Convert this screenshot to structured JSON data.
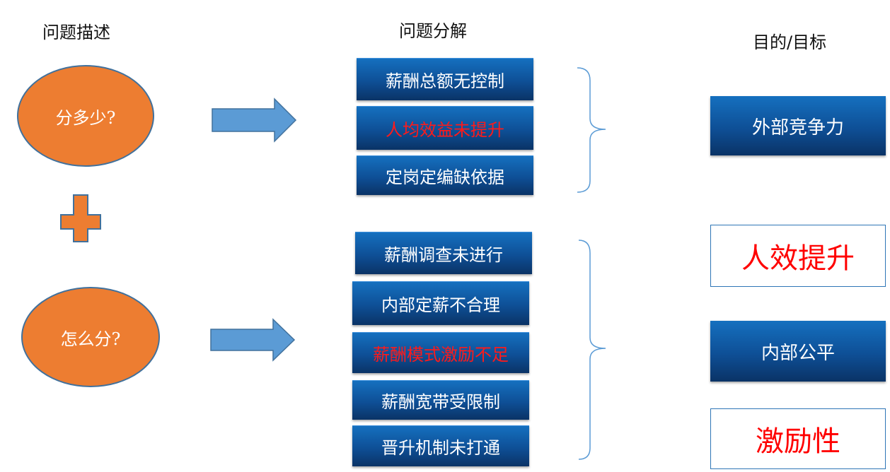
{
  "headings": {
    "description": "问题描述",
    "decomposition": "问题分解",
    "goal": "目的/目标"
  },
  "questions": {
    "how_much": "分多少?",
    "how_split": "怎么分?"
  },
  "group_one": [
    {
      "label": "薪酬总额无控制",
      "highlight": false
    },
    {
      "label": "人均效益未提升",
      "highlight": true
    },
    {
      "label": "定岗定编缺依据",
      "highlight": false
    }
  ],
  "group_two": [
    {
      "label": "薪酬调查未进行",
      "highlight": false
    },
    {
      "label": "内部定薪不合理",
      "highlight": false
    },
    {
      "label": "薪酬模式激励不足",
      "highlight": true
    },
    {
      "label": "薪酬宽带受限制",
      "highlight": false
    },
    {
      "label": "晋升机制未打通",
      "highlight": false
    }
  ],
  "goals": {
    "external_competitiveness": "外部竞争力",
    "efficiency_improvement": "人效提升",
    "internal_fairness": "内部公平",
    "motivation": "激励性"
  },
  "colors": {
    "oval_fill": "#ED7D31",
    "oval_border": "#41719C",
    "arrow_fill": "#5B9BD5",
    "box_blue": "#0E4F96",
    "highlight_red": "#FF1A1A",
    "brace": "#5B9BD5"
  }
}
